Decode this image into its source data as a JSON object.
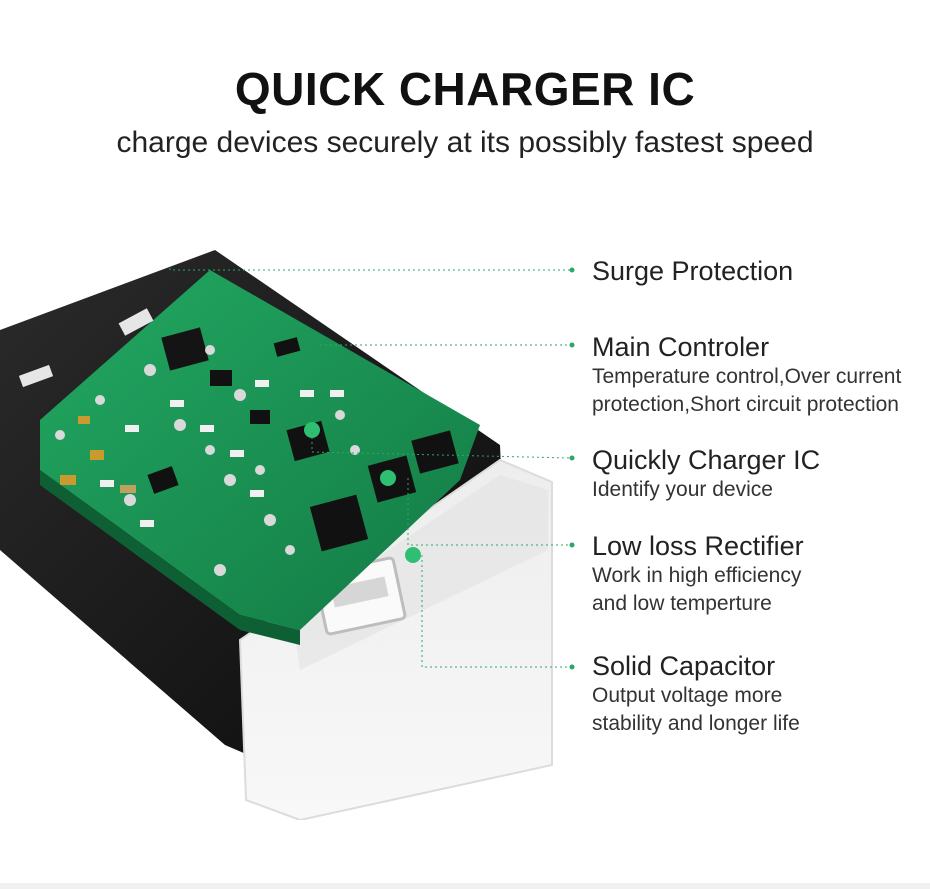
{
  "header": {
    "title": "QUICK CHARGER IC",
    "subtitle": "charge devices securely at its possibly fastest speed"
  },
  "features": [
    {
      "name": "Surge Protection",
      "desc": []
    },
    {
      "name": "Main Controler",
      "desc": [
        "Temperature control,Over current",
        "protection,Short circuit protection"
      ]
    },
    {
      "name": "Quickly Charger IC",
      "desc": [
        "Identify your device"
      ]
    },
    {
      "name": "Low loss Rectifier",
      "desc": [
        "Work in high efficiency",
        "and low temperture"
      ]
    },
    {
      "name": "Solid Capacitor",
      "desc": [
        "Output voltage more",
        "stability and longer life"
      ]
    }
  ],
  "colors": {
    "pcb": "#1f9a5a",
    "pcb_dark": "#137a44",
    "housing": "#151515",
    "connector_line": "#2aa869"
  }
}
